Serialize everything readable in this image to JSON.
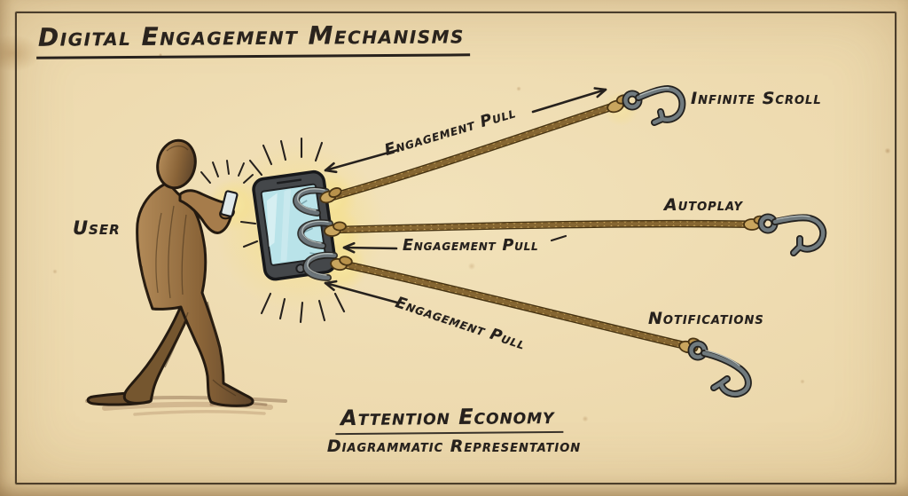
{
  "title": "Digital Engagement Mechanisms",
  "scene": {
    "user_label": "User",
    "device": "smartphone-icon",
    "mechanisms": [
      {
        "label": "Infinite Scroll",
        "icon": "fishhook-icon",
        "rope": "rope-icon"
      },
      {
        "label": "Autoplay",
        "icon": "fishhook-icon",
        "rope": "rope-icon"
      },
      {
        "label": "Notifications",
        "icon": "fishhook-icon",
        "rope": "rope-icon"
      }
    ],
    "pull_labels": [
      "Engagement Pull",
      "Engagement Pull",
      "Engagement Pull"
    ]
  },
  "caption": {
    "heading": "Attention Economy",
    "subheading": "Diagrammatic Representation"
  },
  "colors": {
    "paper": "#ecd8ac",
    "ink": "#26211d",
    "rope": "#c9a55e",
    "metal": "#5d666b",
    "screen": "#b9e3e9",
    "glow": "#f7e79b",
    "skin": "#9a7347"
  }
}
